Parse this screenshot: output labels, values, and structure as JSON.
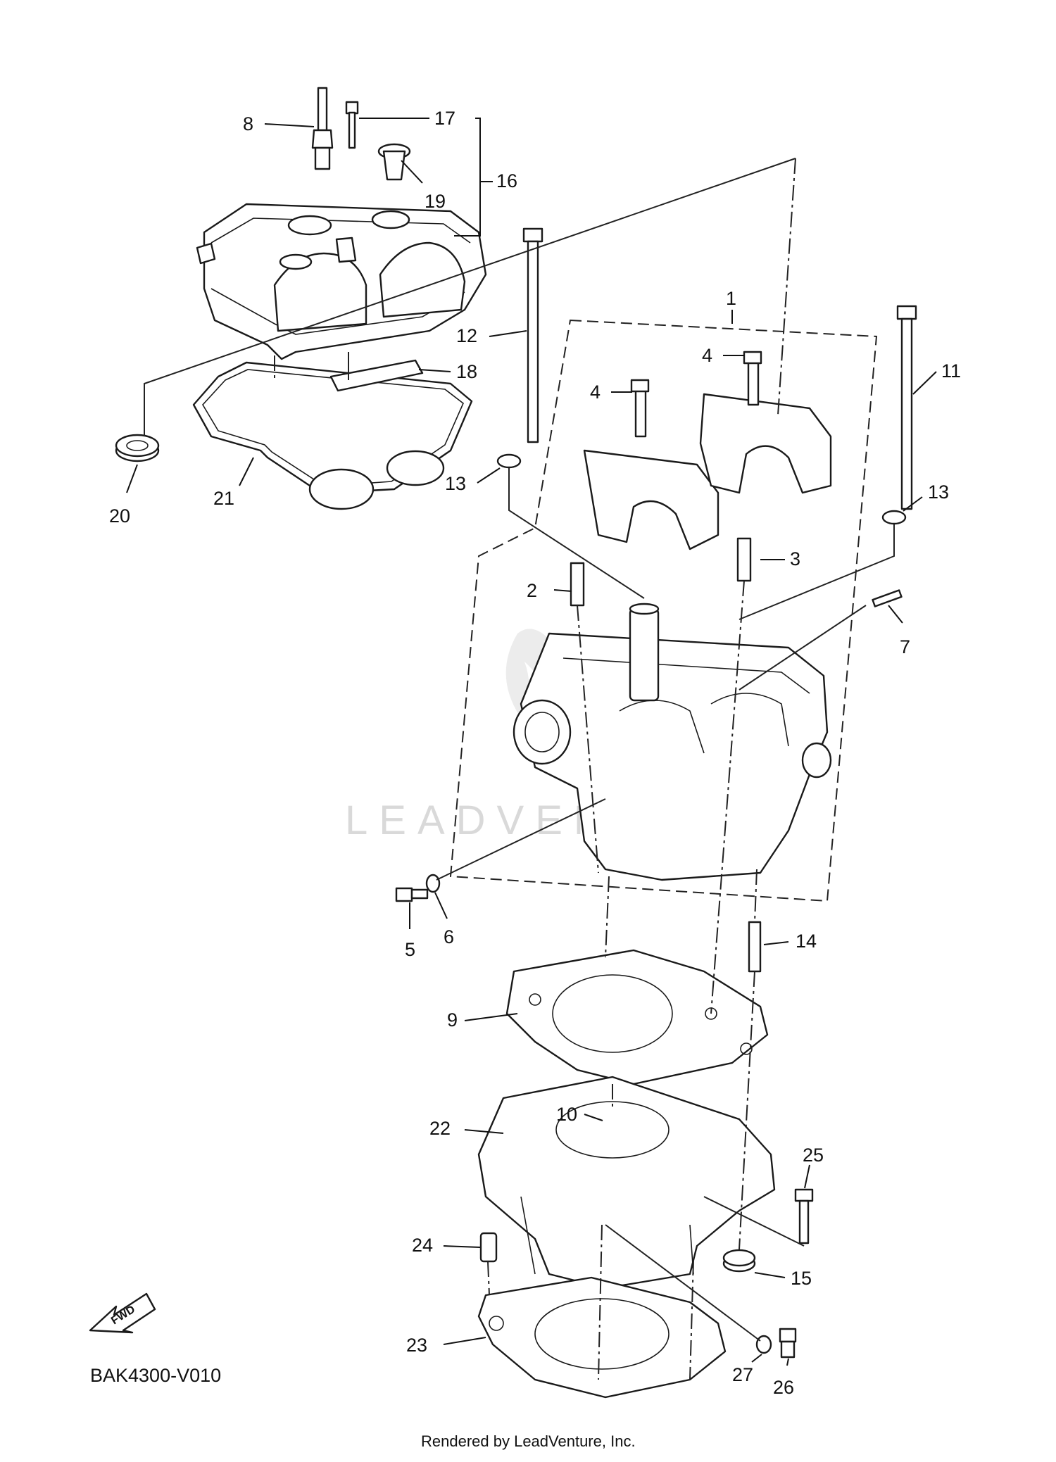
{
  "diagram": {
    "reference_code": "BAK4300-V010",
    "footer_text": "Rendered by LeadVenture, Inc.",
    "watermark_text": "LEADVENTURE",
    "fwd_label": "FWD",
    "callouts": [
      {
        "id": "1",
        "label": "1"
      },
      {
        "id": "2",
        "label": "2"
      },
      {
        "id": "3",
        "label": "3"
      },
      {
        "id": "4a",
        "label": "4"
      },
      {
        "id": "4b",
        "label": "4"
      },
      {
        "id": "5",
        "label": "5"
      },
      {
        "id": "6",
        "label": "6"
      },
      {
        "id": "7",
        "label": "7"
      },
      {
        "id": "8",
        "label": "8"
      },
      {
        "id": "9",
        "label": "9"
      },
      {
        "id": "10",
        "label": "10"
      },
      {
        "id": "11",
        "label": "11"
      },
      {
        "id": "12",
        "label": "12"
      },
      {
        "id": "13a",
        "label": "13"
      },
      {
        "id": "13b",
        "label": "13"
      },
      {
        "id": "14",
        "label": "14"
      },
      {
        "id": "15",
        "label": "15"
      },
      {
        "id": "16",
        "label": "16"
      },
      {
        "id": "17",
        "label": "17"
      },
      {
        "id": "18",
        "label": "18"
      },
      {
        "id": "19",
        "label": "19"
      },
      {
        "id": "20",
        "label": "20"
      },
      {
        "id": "21",
        "label": "21"
      },
      {
        "id": "22",
        "label": "22"
      },
      {
        "id": "23",
        "label": "23"
      },
      {
        "id": "24",
        "label": "24"
      },
      {
        "id": "25",
        "label": "25"
      },
      {
        "id": "26",
        "label": "26"
      },
      {
        "id": "27",
        "label": "27"
      }
    ]
  }
}
